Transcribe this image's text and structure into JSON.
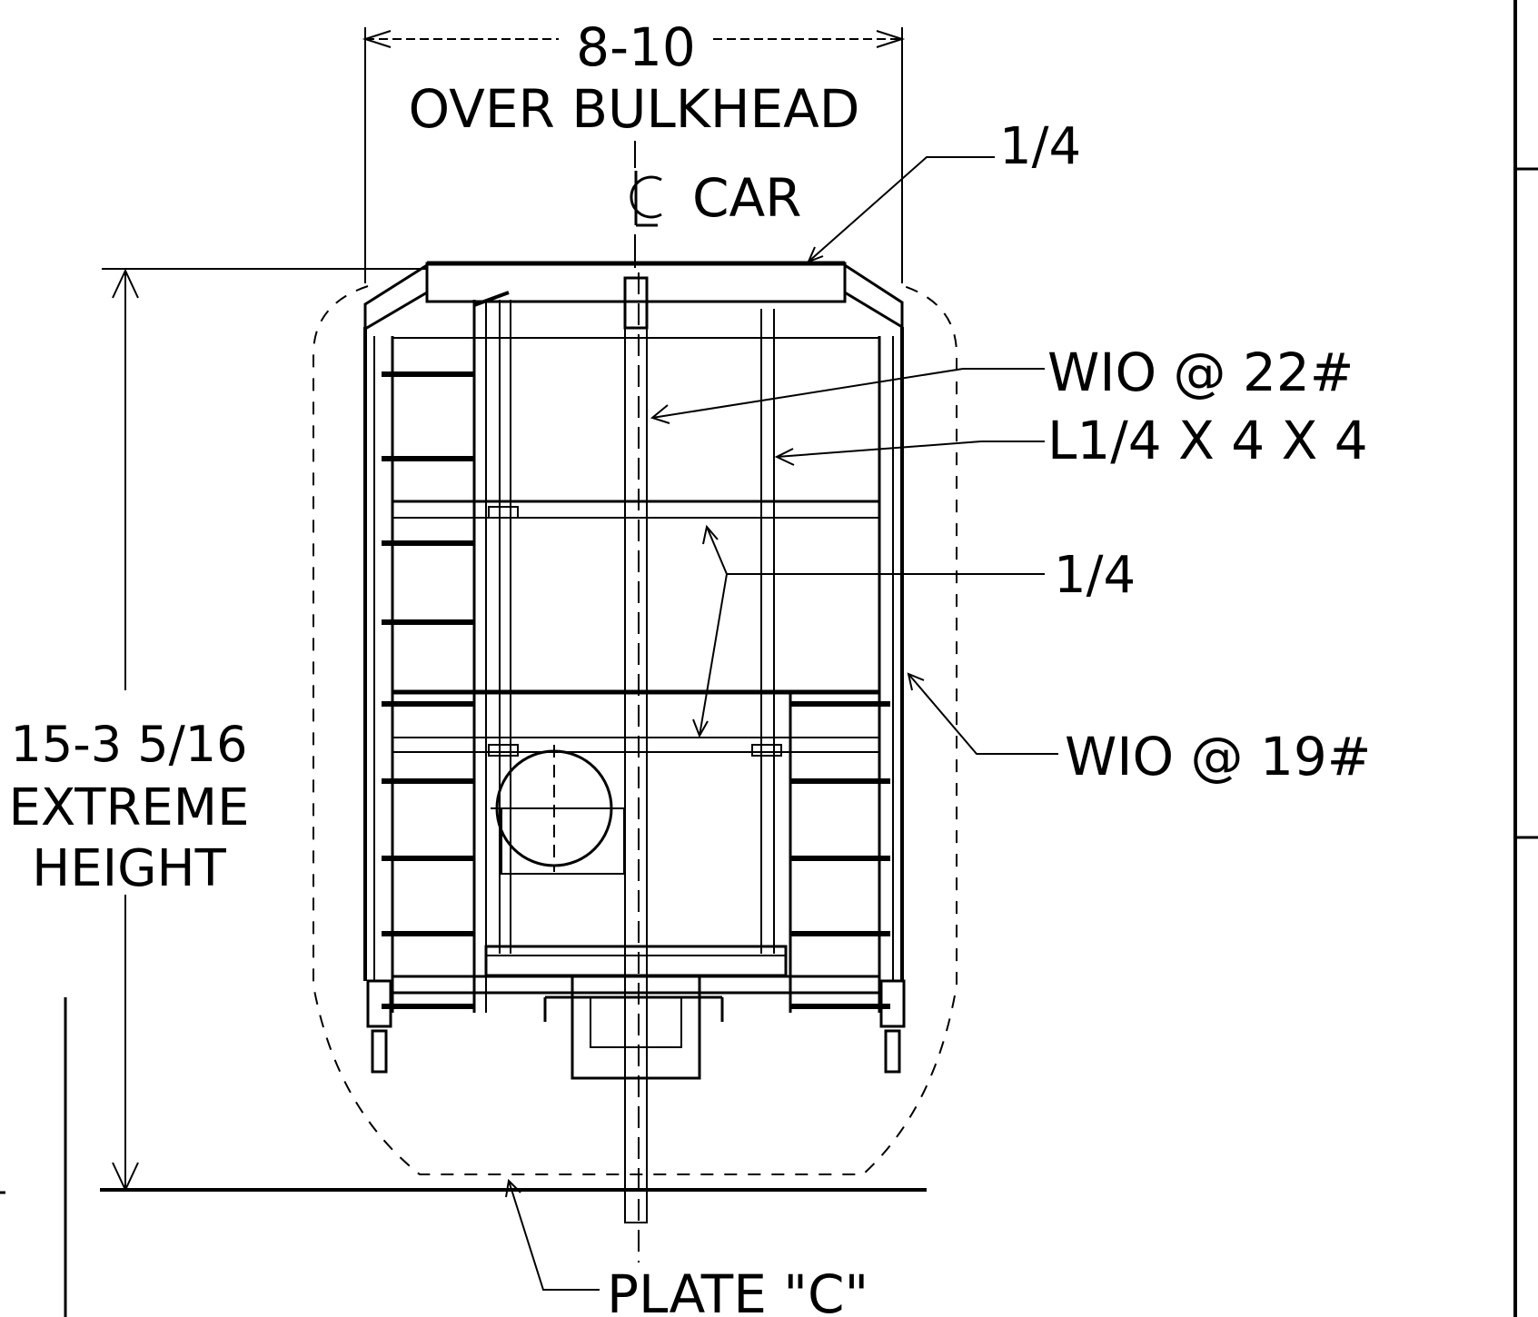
{
  "labels": {
    "width_dim": "8-10",
    "over_bulkhead": "OVER BULKHEAD",
    "centerline_car": "CAR",
    "roof_plate": "1/4",
    "w10_22": "WIO @ 22#",
    "angle": "L1/4 X 4 X 4",
    "sheet_thickness": "1/4",
    "w10_19": "WIO @ 19#",
    "height_dim": "15-3 5/16",
    "extreme": "EXTREME",
    "height": "HEIGHT",
    "plate_c": "PLATE \"C\""
  }
}
